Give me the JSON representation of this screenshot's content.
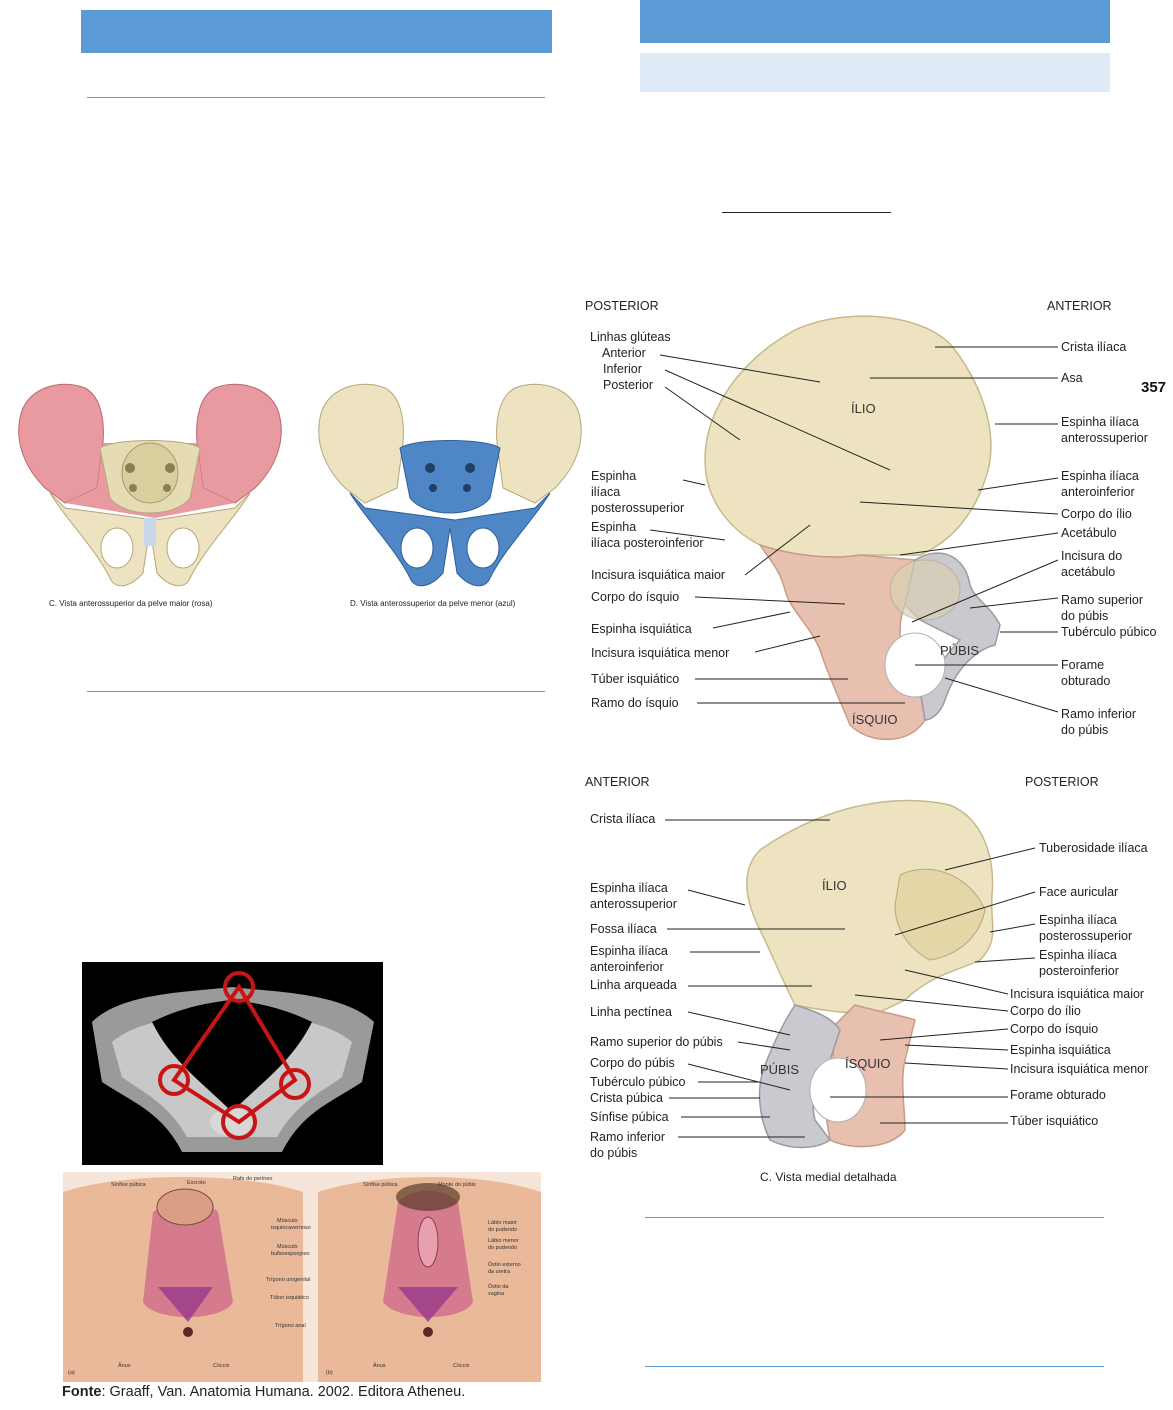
{
  "page_number": "357",
  "pelvis_figure": {
    "caption_c": "C. Vista anterossuperior da pelve maior (rosa)",
    "caption_d": "D. Vista anterossuperior da pelve menor (azul)"
  },
  "hip_lateral": {
    "orient_left": "POSTERIOR",
    "orient_right": "ANTERIOR",
    "regions": {
      "ilio": "ÍLIO",
      "isquio": "ÍSQUIO",
      "pubis": "PÚBIS"
    },
    "left_labels": {
      "linhas_gluteas": "Linhas glúteas",
      "anterior": "Anterior",
      "inferior": "Inferior",
      "posterior": "Posterior",
      "espinha_ps_1": "Espinha",
      "espinha_ps_2": "ilíaca",
      "espinha_ps_3": "posterossuperior",
      "espinha_pi_1": "Espinha",
      "espinha_pi_2": "ilíaca posteroinferior",
      "incisura_maior": "Incisura isquiática maior",
      "corpo_isquio": "Corpo do ísquio",
      "espinha_isquiatica": "Espinha isquiática",
      "incisura_menor": "Incisura isquiática menor",
      "tuber": "Túber isquiático",
      "ramo_isquio": "Ramo do ísquio"
    },
    "right_labels": {
      "crista": "Crista ilíaca",
      "asa": "Asa",
      "eias_1": "Espinha ilíaca",
      "eias_2": "anterossuperior",
      "eiai_1": "Espinha ilíaca",
      "eiai_2": "anteroinferior",
      "corpo_ilio": "Corpo do ílio",
      "acetabulo": "Acetábulo",
      "incisura_acet_1": "Incisura do",
      "incisura_acet_2": "acetábulo",
      "ramo_sup_1": "Ramo superior",
      "ramo_sup_2": "do púbis",
      "tuberculo": "Tubérculo púbico",
      "forame_1": "Forame",
      "forame_2": "obturado",
      "ramo_inf_1": "Ramo inferior",
      "ramo_inf_2": "do púbis"
    }
  },
  "hip_medial": {
    "orient_left": "ANTERIOR",
    "orient_right": "POSTERIOR",
    "regions": {
      "ilio": "ÍLIO",
      "isquio": "ÍSQUIO",
      "pubis": "PÚBIS"
    },
    "left_labels": {
      "crista": "Crista ilíaca",
      "eias_1": "Espinha ilíaca",
      "eias_2": "anterossuperior",
      "fossa": "Fossa ilíaca",
      "eiai_1": "Espinha ilíaca",
      "eiai_2": "anteroinferior",
      "linha_arqueada": "Linha arqueada",
      "linha_pectinea": "Linha pectínea",
      "ramo_sup": "Ramo superior do púbis",
      "corpo_pubis": "Corpo do púbis",
      "tuberculo": "Tubérculo púbico",
      "crista_pubica": "Crista púbica",
      "sinfise": "Sínfise púbica",
      "ramo_inf_1": "Ramo inferior",
      "ramo_inf_2": "do púbis"
    },
    "right_labels": {
      "tuberosidade": "Tuberosidade ilíaca",
      "face_auricular": "Face auricular",
      "eips_1": "Espinha ilíaca",
      "eips_2": "posterossuperior",
      "eipi_1": "Espinha ilíaca",
      "eipi_2": "posteroinferior",
      "incisura_maior": "Incisura isquiática maior",
      "corpo_ilio": "Corpo do ílio",
      "corpo_isquio": "Corpo do ísquio",
      "espinha_isq": "Espinha isquiática",
      "incisura_menor": "Incisura isquiática menor",
      "forame": "Forame obturado",
      "tuber": "Túber isquiático"
    },
    "caption": "C. Vista medial detalhada"
  },
  "perineum": {
    "male_labels": {
      "sinfise": "Sínfise púbica",
      "escroto": "Escroto",
      "rafe": "Rafe do períneo",
      "isquio_1": "Músculo",
      "isquio_2": "isquiocavernoso",
      "bulbo_1": "Músculo",
      "bulbo_2": "bulboesponjoso",
      "trig_uro": "Trígono urogenital",
      "tuber": "Túber isquiático",
      "trig_anal": "Trígono anal",
      "anus": "Ânus",
      "coccix": "Cóccix",
      "panel": "(a)"
    },
    "female_labels": {
      "sinfise": "Sínfise púbica",
      "monte": "Monte do púbis",
      "labio_maior_1": "Lábio maior",
      "labio_maior_2": "do pudendo",
      "labio_menor_1": "Lábio menor",
      "labio_menor_2": "do pudendo",
      "ostio_uretra_1": "Óstio externo",
      "ostio_uretra_2": "da uretra",
      "ostio_vagina_1": "Óstio da",
      "ostio_vagina_2": "vagina",
      "anus": "Ânus",
      "coccix": "Cóccix",
      "panel": "(b)"
    },
    "source_label": "Fonte",
    "source_text": ": Graaff, Van. Anatomia Humana. 2002. Editora Atheneu."
  },
  "colors": {
    "header_blue": "#5b9bd5",
    "header_light": "#deeaf6",
    "bone": "#ede3c0",
    "greater_pelvis_pink": "#e89aa0",
    "lesser_pelvis_blue": "#4f86c6",
    "ischium_pink": "#e7c0b0",
    "pubis_gray": "#c9c9cf"
  }
}
